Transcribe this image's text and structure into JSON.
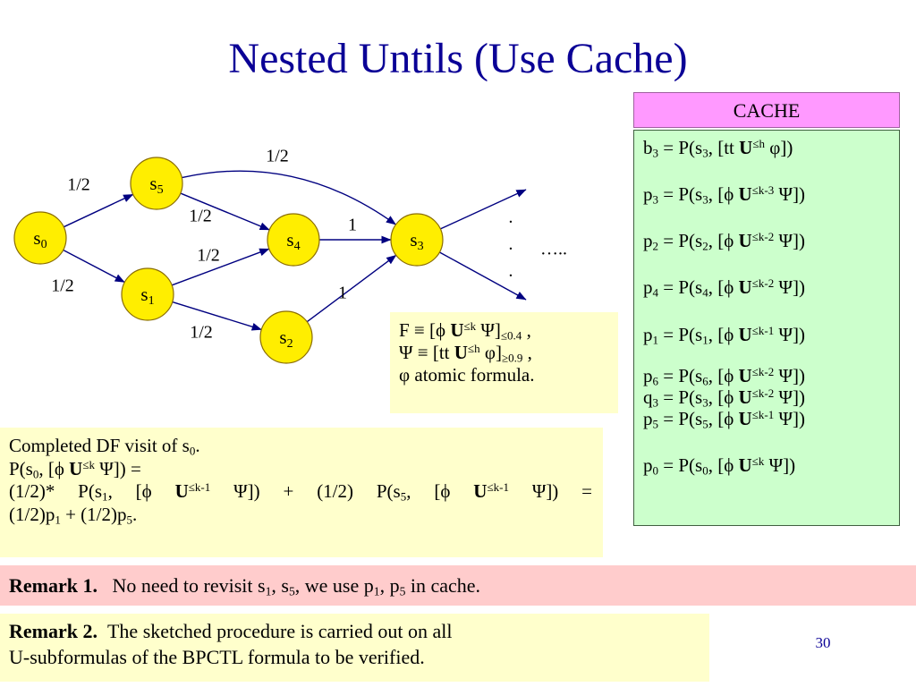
{
  "title": "Nested Untils (Use Cache)",
  "graph": {
    "nodes": [
      {
        "id": "s0",
        "base": "s",
        "sub": "0"
      },
      {
        "id": "s5",
        "base": "s",
        "sub": "5"
      },
      {
        "id": "s1",
        "base": "s",
        "sub": "1"
      },
      {
        "id": "s4",
        "base": "s",
        "sub": "4"
      },
      {
        "id": "s3",
        "base": "s",
        "sub": "3"
      },
      {
        "id": "s2",
        "base": "s",
        "sub": "2"
      }
    ],
    "edges": [
      {
        "from": "s0",
        "to": "s5",
        "label": "1/2"
      },
      {
        "from": "s0",
        "to": "s1",
        "label": "1/2"
      },
      {
        "from": "s5",
        "to": "s4",
        "label": "1/2"
      },
      {
        "from": "s5",
        "to": "s3",
        "label": "1/2"
      },
      {
        "from": "s1",
        "to": "s4",
        "label": "1/2"
      },
      {
        "from": "s1",
        "to": "s2",
        "label": "1/2"
      },
      {
        "from": "s4",
        "to": "s3",
        "label": "1"
      },
      {
        "from": "s2",
        "to": "s3",
        "label": "1"
      }
    ],
    "continuation_dots": [
      "·",
      "·",
      "·"
    ],
    "continuation_ellipsis": "…..",
    "node_fill": "#ffee00",
    "node_stroke": "#8a6d00",
    "edge_color": "#000080"
  },
  "cache": {
    "header": "CACHE",
    "header_bg": "#ff99ff",
    "body_bg": "#ccffcc",
    "entries": [
      {
        "var": "b",
        "vsub": "3",
        "text": " = P(s",
        "state": "3",
        "open": ", [tt ",
        "op": "U",
        "bound": "≤h",
        "rest": " φ])"
      },
      {
        "var": "p",
        "vsub": "3",
        "text": " = P(s",
        "state": "3",
        "open": ", [ϕ ",
        "op": "U",
        "bound": "≤k-3",
        "rest": " Ψ])"
      },
      {
        "var": "p",
        "vsub": "2",
        "text": " = P(s",
        "state": "2",
        "open": ", [ϕ ",
        "op": "U",
        "bound": "≤k-2",
        "rest": " Ψ])"
      },
      {
        "var": "p",
        "vsub": "4",
        "text": " = P(s",
        "state": "4",
        "open": ", [ϕ ",
        "op": "U",
        "bound": "≤k-2",
        "rest": " Ψ])"
      },
      {
        "var": "p",
        "vsub": "1",
        "text": " = P(s",
        "state": "1",
        "open": ", [ϕ ",
        "op": "U",
        "bound": "≤k-1",
        "rest": " Ψ])"
      },
      {
        "var": "p",
        "vsub": "6",
        "text": " = P(s",
        "state": "6",
        "open": ", [ϕ ",
        "op": "U",
        "bound": "≤k-2",
        "rest": " Ψ])"
      },
      {
        "var": "q",
        "vsub": "3",
        "text": " = P(s",
        "state": "3",
        "open": ", [ϕ ",
        "op": "U",
        "bound": "≤k-2",
        "rest": " Ψ])"
      },
      {
        "var": "p",
        "vsub": "5",
        "text": " = P(s",
        "state": "5",
        "open": ", [ϕ ",
        "op": "U",
        "bound": "≤k-1",
        "rest": " Ψ])"
      },
      {
        "var": "p",
        "vsub": "0",
        "text": " = P(s",
        "state": "0",
        "open": ", [ϕ ",
        "op": "U",
        "bound": "≤k",
        "rest": " Ψ])"
      }
    ]
  },
  "definitions": {
    "bg": "#ffffcc",
    "line1": {
      "a": "F ≡ [ϕ ",
      "op": "U",
      "bound": "≤k",
      "b": " Ψ]",
      "sub": "≤0.4",
      "c": " ,"
    },
    "line2": {
      "a": "Ψ ≡ [tt ",
      "op": "U",
      "bound": "≤h",
      "b": " φ]",
      "sub": "≥0.9",
      "c": " ,"
    },
    "line3": "φ atomic formula."
  },
  "visit": {
    "line1_pre": "Completed DF visit of s",
    "line1_sub": "0",
    "line1_post": ".",
    "line2": {
      "a": "P(s",
      "s": "0",
      "b": ", [ϕ ",
      "op": "U",
      "bound": "≤k",
      "c": " Ψ]) ="
    },
    "line3": {
      "a": "(1/2)* P(s",
      "s1": "1",
      "b": ", [ϕ ",
      "op": "U",
      "bound1": "≤k-1",
      "c": " Ψ]) + (1/2) P(s",
      "s2": "5",
      "d": ", [ϕ ",
      "bound2": "≤k-1",
      "e": " Ψ]) ="
    },
    "line4": {
      "a": "(1/2)p",
      "s1": "1",
      "b": " + (1/2)p",
      "s2": "5",
      "c": "."
    }
  },
  "remark1": {
    "label": "Remark 1.",
    "a": "No need to revisit s",
    "s1": "1",
    "b": ", s",
    "s2": "5",
    "c": ", we use p",
    "p1": "1",
    "d": ", p",
    "p2": "5",
    "e": " in cache.",
    "bg": "#ffcccc"
  },
  "remark2": {
    "label": "Remark 2.",
    "line1": "The sketched procedure is carried out on all",
    "line2": "U-subformulas of the BPCTL formula to be verified.",
    "bg": "#ffffcc"
  },
  "page_number": "30"
}
